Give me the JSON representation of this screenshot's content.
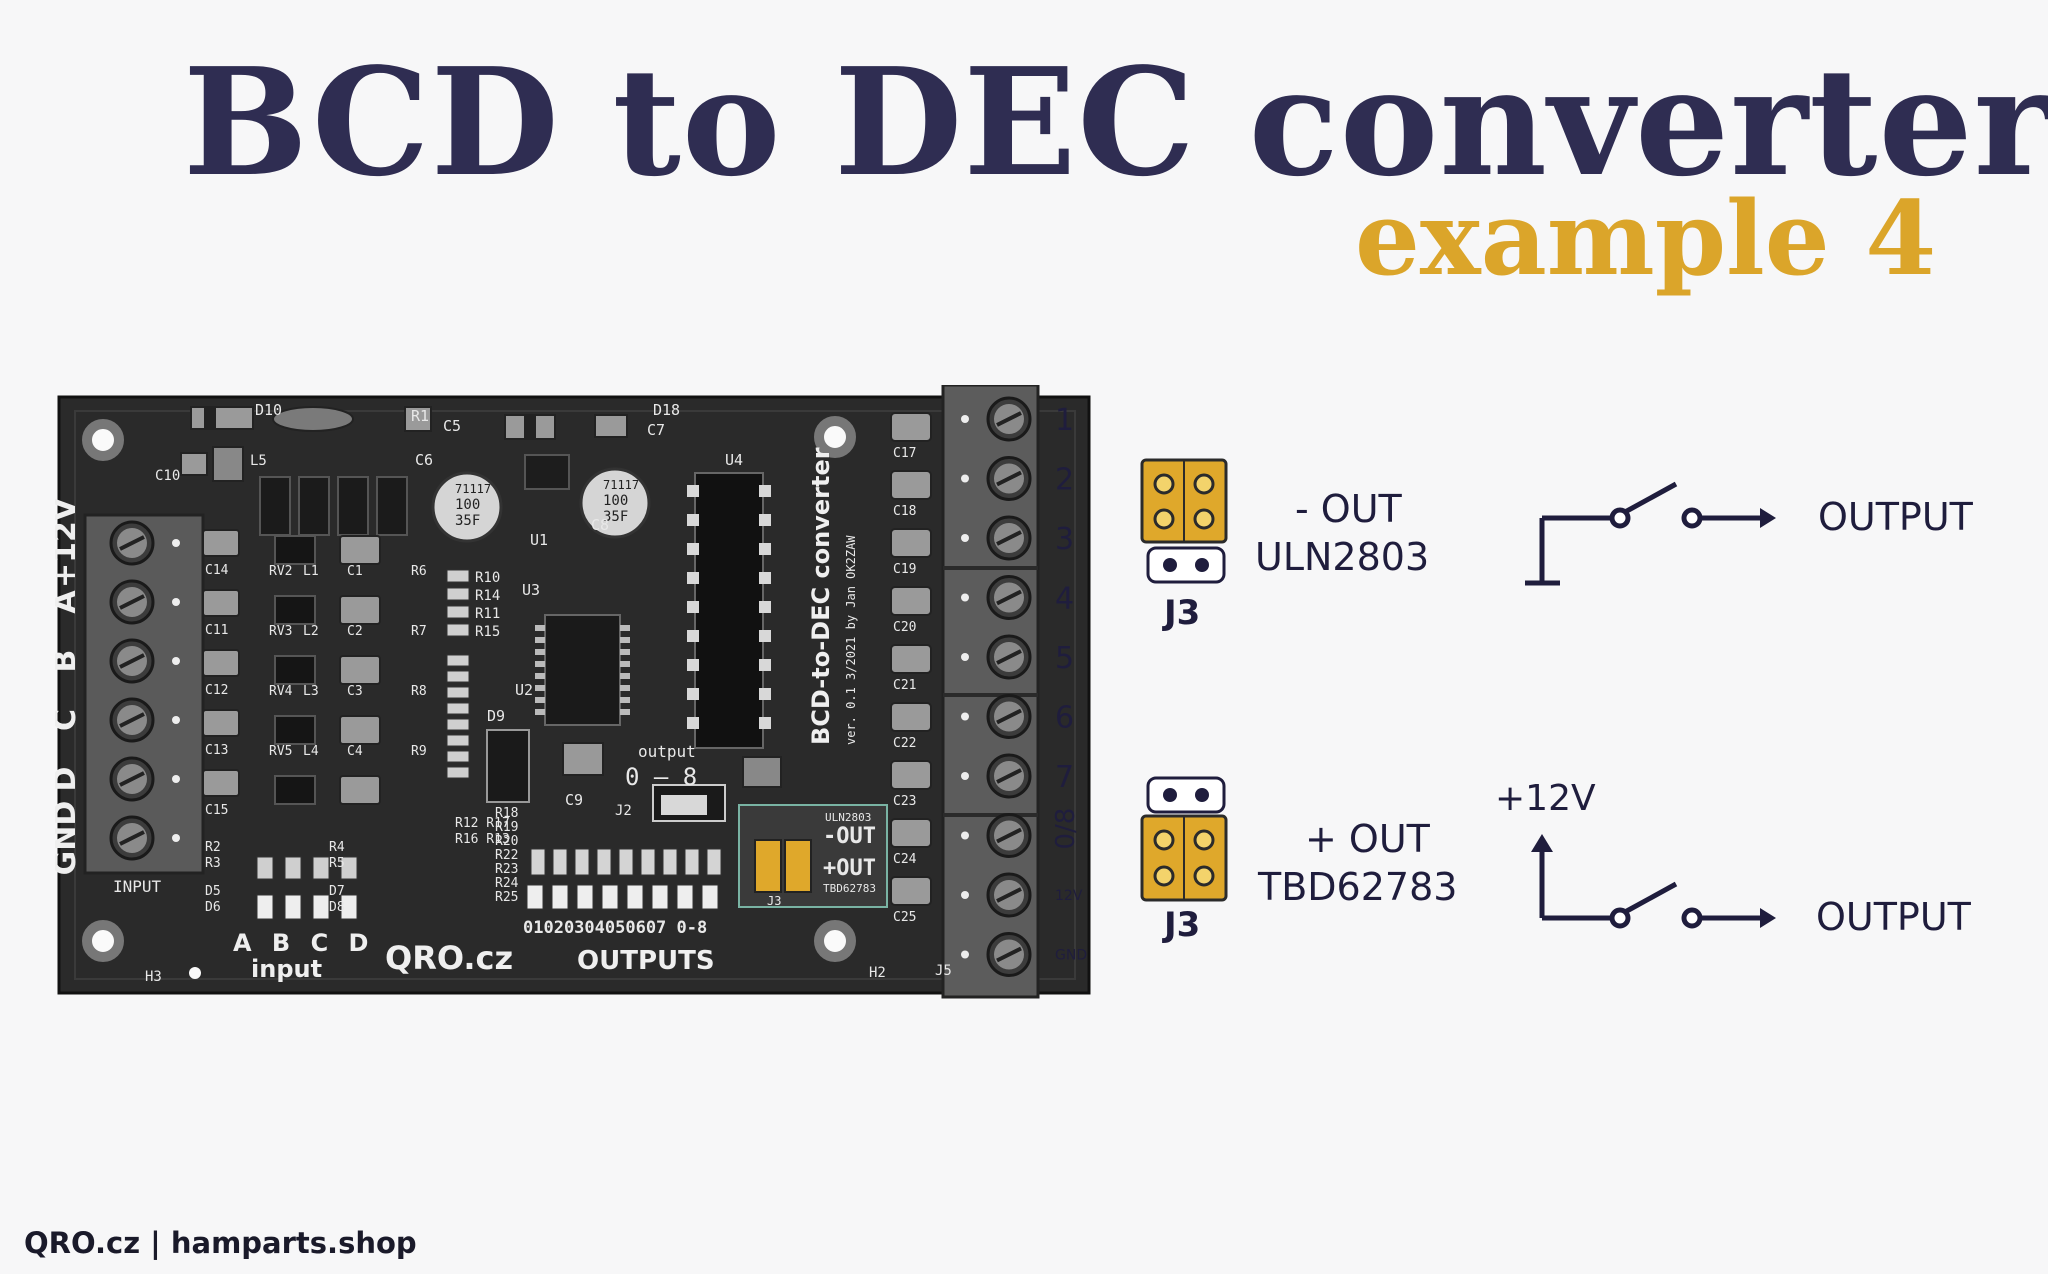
{
  "title": "BCD to DEC converter",
  "subtitle": "example 4",
  "footer": "QRO.cz | hamparts.shop",
  "board": {
    "input_terminal_labels": [
      "+12V",
      "A",
      "B",
      "C",
      "D",
      "GND"
    ],
    "input_label": "INPUT",
    "output_terminal_labels": [
      "1",
      "2",
      "3",
      "4",
      "5",
      "6",
      "7",
      "0/8",
      "12V",
      "GND"
    ],
    "brand": "QRO.cz",
    "outputs_label": "OUTPUTS",
    "outputs_numbers": "01020304050607 0-8",
    "abcd_label": "A B C D",
    "input_word": "input",
    "output_select_label": "output",
    "output_select_value": "0 – 8",
    "board_name": "BCD-to-DEC converter",
    "board_version": "ver. 0.1 3/2021 by Jan OK2ZAW",
    "jumper_top_chip": "ULN2803",
    "jumper_minus_out": "-OUT",
    "jumper_plus_out": "+OUT",
    "jumper_bottom_chip": "TBD62783",
    "jumper_ref": "J3",
    "refs": {
      "u1": "U1",
      "u2": "U2",
      "u3": "U3",
      "u4": "U4",
      "j2": "J2",
      "j5": "J5",
      "h2": "H2",
      "h3": "H3",
      "d9": "D9",
      "d10": "D10",
      "d18": "D18",
      "r1": "R1",
      "c5": "C5",
      "c6": "C6",
      "c7": "C7",
      "c8": "C8",
      "c9": "C9",
      "c10": "C10",
      "l5": "L5"
    },
    "cap_marking": [
      "71117",
      "100",
      "35F"
    ],
    "left_refs": [
      "C14",
      "C11",
      "C12",
      "C13",
      "C15"
    ],
    "right_caps": [
      "C17",
      "C18",
      "C19",
      "C20",
      "C21",
      "C22",
      "C23",
      "C24",
      "C25"
    ],
    "resistor_refs_mid": [
      "R10",
      "R14",
      "R11",
      "R15"
    ],
    "resistor_refs_bottom": [
      "R12 R17",
      "R16 R13",
      "R18",
      "R19",
      "R20",
      "R22",
      "R23",
      "R24",
      "R25"
    ],
    "led_refs": [
      "R2",
      "R3",
      "D5",
      "D6",
      "R4",
      "R5",
      "D7",
      "D8"
    ],
    "filter_refs": [
      "RV2",
      "L1",
      "C1",
      "R6",
      "RV3",
      "L2",
      "C2",
      "R7",
      "RV4",
      "L3",
      "C3",
      "R8",
      "RV5",
      "L4",
      "C4",
      "R9"
    ]
  },
  "diagram": {
    "top": {
      "jumper": "J3",
      "polarity": "- OUT",
      "chip": "ULN2803",
      "output": "OUTPUT"
    },
    "bottom": {
      "jumper": "J3",
      "polarity": "+ OUT",
      "chip": "TBD62783",
      "supply": "+12V",
      "output": "OUTPUT"
    }
  },
  "colors": {
    "title": "#2f2d52",
    "subtitle": "#dba52a",
    "jumper_gold": "#dfa82b",
    "pcb": "#2b2b2b",
    "ink": "#1f1d3d"
  }
}
